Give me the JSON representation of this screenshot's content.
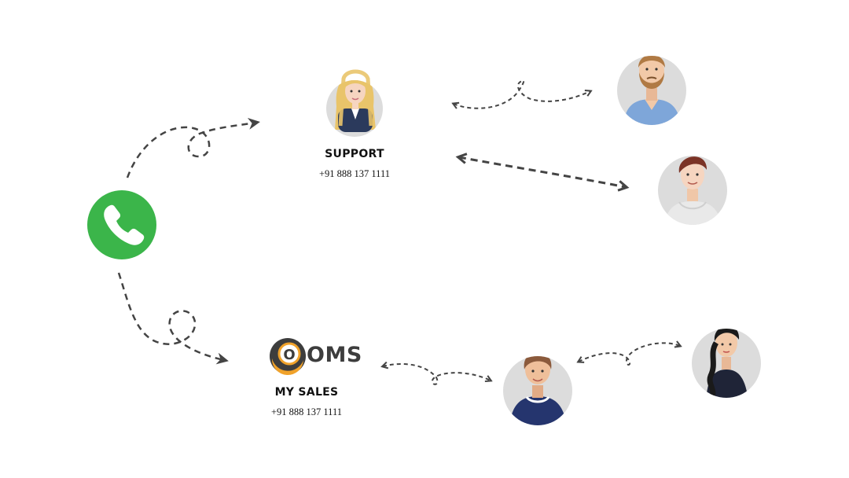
{
  "support": {
    "label": "SUPPORT",
    "phone": "+91 888 137 1111"
  },
  "sales": {
    "logo_text": "OMS",
    "label": "MY SALES",
    "phone": "+91 888 137 1111"
  },
  "colors": {
    "call_green": "#3bb54a",
    "arrow": "#444444",
    "avatar_bg": "#dcdcdc",
    "logo_orange": "#f0a22a"
  },
  "icons": [
    "phone-call-icon",
    "oms-logo-icon"
  ]
}
